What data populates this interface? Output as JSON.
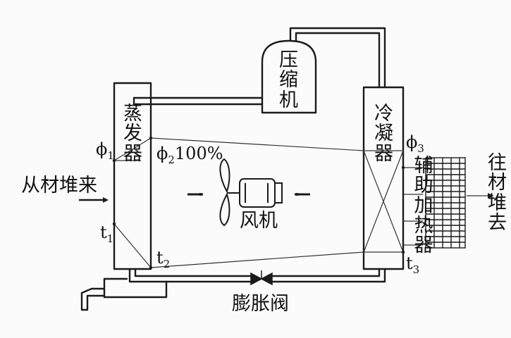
{
  "labels": {
    "compressor": "压缩机",
    "evaporator": "蒸发器",
    "condenser": "冷凝器",
    "fan": "风机",
    "aux_heater": "辅助加热器",
    "expansion_valve": "膨胀阀",
    "from_stack": "从材堆来",
    "to_stack": "往材堆去",
    "phi1": "ϕ",
    "phi1_sub": "1",
    "phi2": "ϕ",
    "phi2_sub": "2",
    "phi2_value": "100%",
    "phi3": "ϕ",
    "phi3_sub": "3",
    "t1": "t",
    "t1_sub": "1",
    "t2": "t",
    "t2_sub": "2",
    "t3": "t",
    "t3_sub": "3"
  },
  "colors": {
    "ink": "#1a1a1a",
    "paper": "#fbfbfb"
  },
  "icons": [
    "fan-propeller-icon",
    "motor-icon",
    "airflow-arrow-icon",
    "expansion-valve-icon"
  ]
}
